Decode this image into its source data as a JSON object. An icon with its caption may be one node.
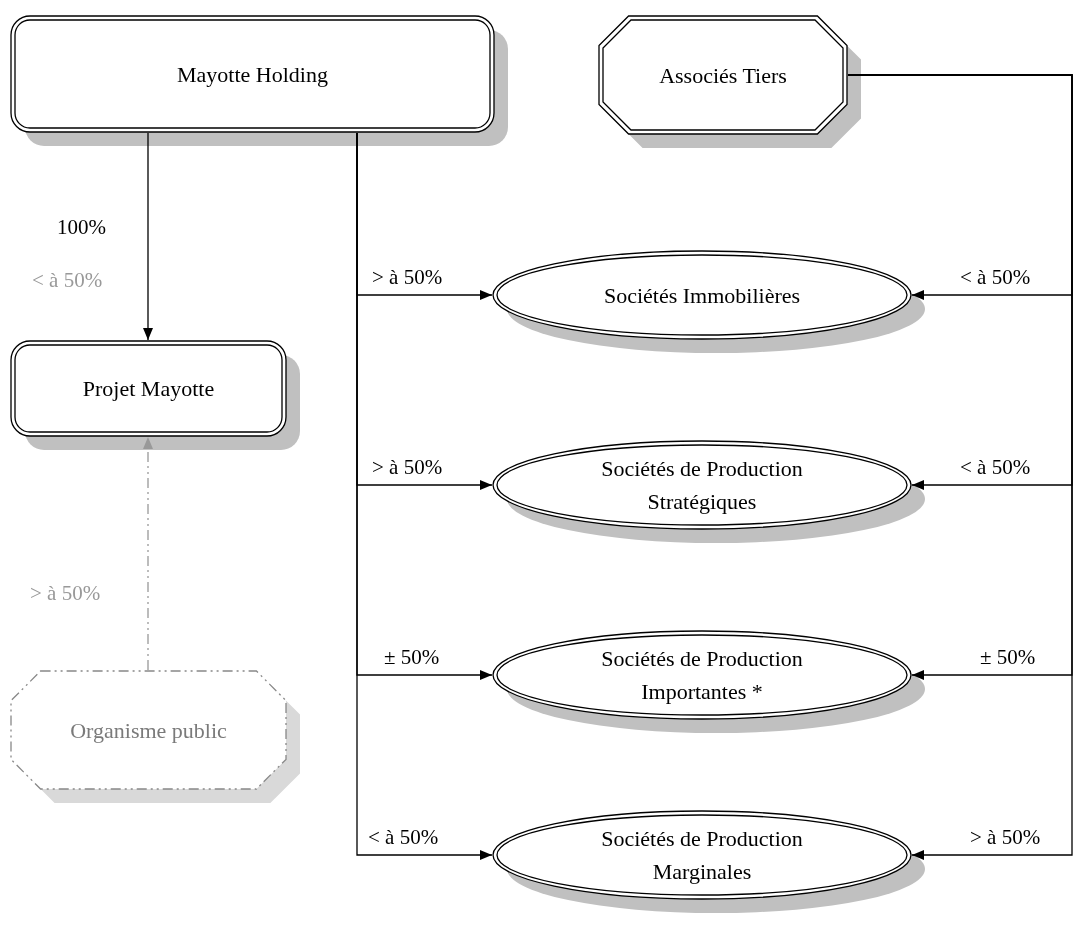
{
  "diagram": {
    "nodes": [
      {
        "text": [
          "Mayotte Holding"
        ]
      },
      {
        "text": [
          "Associés Tiers"
        ]
      },
      {
        "text": [
          "Projet Mayotte"
        ]
      },
      {
        "text": [
          "Sociétés Immobilières"
        ]
      },
      {
        "text": [
          "Sociétés de Production Stratégiques"
        ]
      },
      {
        "text": [
          "Sociétés de Production Importantes *"
        ]
      },
      {
        "text": [
          "Organisme public"
        ]
      },
      {
        "text": [
          "Sociétés de Production Marginales"
        ]
      }
    ],
    "edges": [
      {
        "from": 0,
        "to": 2,
        "arrow": "to",
        "label": "100%"
      },
      {
        "from": 6,
        "to": 2,
        "arrow": "to",
        "label": "> à 50%",
        "style": "dashed",
        "color": "#999999"
      },
      {
        "from": 0,
        "to": 3,
        "arrow": "to",
        "label": "> à 50%"
      },
      {
        "from": 0,
        "to": 4,
        "arrow": "to",
        "label": "> à 50%"
      },
      {
        "from": 0,
        "to": 5,
        "arrow": "to",
        "label": "± 50%"
      },
      {
        "from": 0,
        "to": 7,
        "arrow": "to",
        "label": "< à 50%"
      },
      {
        "from": 1,
        "to": 3,
        "arrow": "to",
        "label": "< à 50%"
      },
      {
        "from": 1,
        "to": 4,
        "arrow": "to",
        "label": "< à 50%"
      },
      {
        "from": 1,
        "to": 5,
        "arrow": "to",
        "label": "± 50%"
      },
      {
        "from": 1,
        "to": 7,
        "arrow": "to",
        "label": "> à 50%"
      }
    ],
    "labels": [
      "< à 50%"
    ]
  }
}
